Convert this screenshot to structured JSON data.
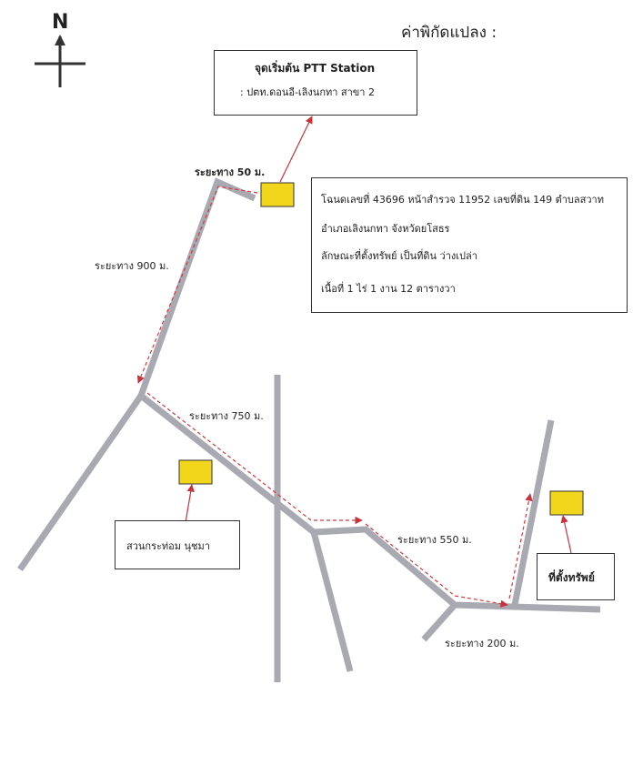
{
  "compass": {
    "north_label": "N"
  },
  "title": "ค่าพิกัดแปลง :",
  "start_box": {
    "line1": "จุดเริ่มต้น PTT Station",
    "line2": ": ปตท.ดอนอี-เลิงนกทา สาขา 2"
  },
  "info_box": {
    "line1": "โฉนดเลขที่ 43696 หน้าสำรวจ 11952 เลขที่ดิน 149 ตำบลสวาท",
    "line2": "อำเภอเลิงนกทา จังหวัดยโสธร",
    "line3": "ลักษณะที่ตั้งทรัพย์ เป็นที่ดิน ว่างเปล่า",
    "line4": "เนื้อที่ 1 ไร่ 1 งาน 12 ตารางวา"
  },
  "distances": {
    "d50": "ระยะทาง 50 ม.",
    "d900": "ระยะทาง 900 ม.",
    "d750": "ระยะทาง 750 ม.",
    "d550": "ระยะทาง 550 ม.",
    "d200": "ระยะทาง 200 ม."
  },
  "landmark_label": "สวนกระท่อม นุชมา",
  "property_label": "ที่ตั้งทรัพย์",
  "colors": {
    "road": "#a9a9b1",
    "route": "#d9353a",
    "marker": "#f2d61c",
    "arrow": "#c8323c"
  }
}
